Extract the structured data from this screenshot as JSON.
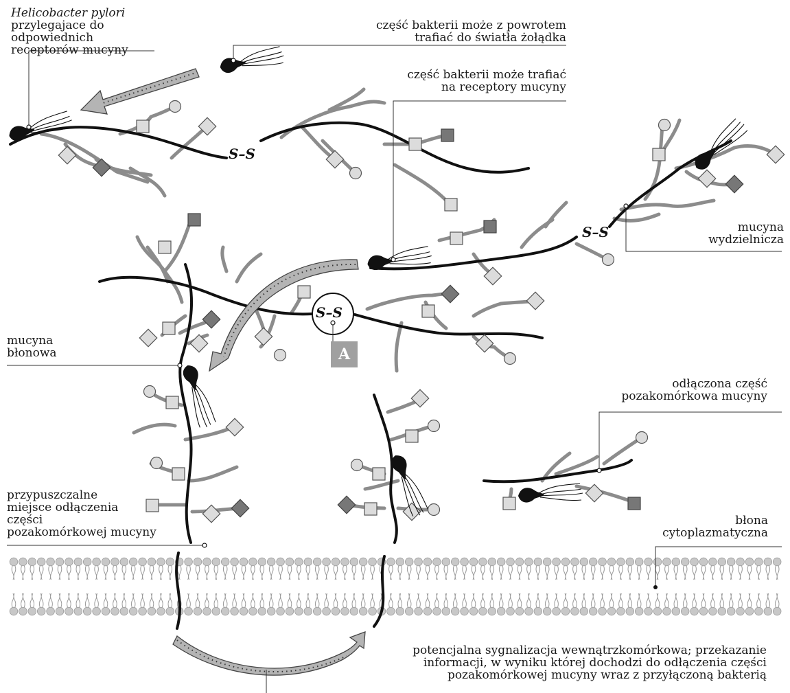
{
  "labels": {
    "helicobacter_species": "Helicobacter pylori",
    "helicobacter_rest": [
      "przylegajace do",
      "odpowiednich",
      "receptorów mucyny"
    ],
    "return_to_lumen": [
      "część bakterii może z powrotem",
      "trafiać do światła żołądka"
    ],
    "to_receptors": [
      "część bakterii może trafiać",
      "na receptory mucyny"
    ],
    "secretory_mucin": [
      "mucyna",
      "wydzielnicza"
    ],
    "membrane_mucin": [
      "mucyna",
      "błonowa"
    ],
    "detached_part": [
      "odłączona część",
      "pozakomórkowa mucyny"
    ],
    "cytoplasmic_membrane": [
      "błona",
      "cytoplazmatyczna"
    ],
    "cleavage_sites": [
      "przypuszczalne",
      "miejsce odłączenia",
      "części",
      "pozakomórkowej mucyny"
    ],
    "signaling": [
      "potencjalna sygnalizacja wewnątrzkomórkowa; przekazanie",
      "informacji, w wyniku której dochodzi do odłączenia części",
      "pozakomórkowej mucyny wraz z przyłączoną bakterią"
    ],
    "disulfide": "S–S",
    "badge": "A"
  },
  "colors": {
    "backbone": "#111111",
    "glycan": "#8c8c8c",
    "square_light": "#dcdcdc",
    "square_dark": "#777777",
    "arrow_fill": "#b4b4b4",
    "lipid": "#c8c8c8",
    "badge": "#a0a0a0"
  }
}
